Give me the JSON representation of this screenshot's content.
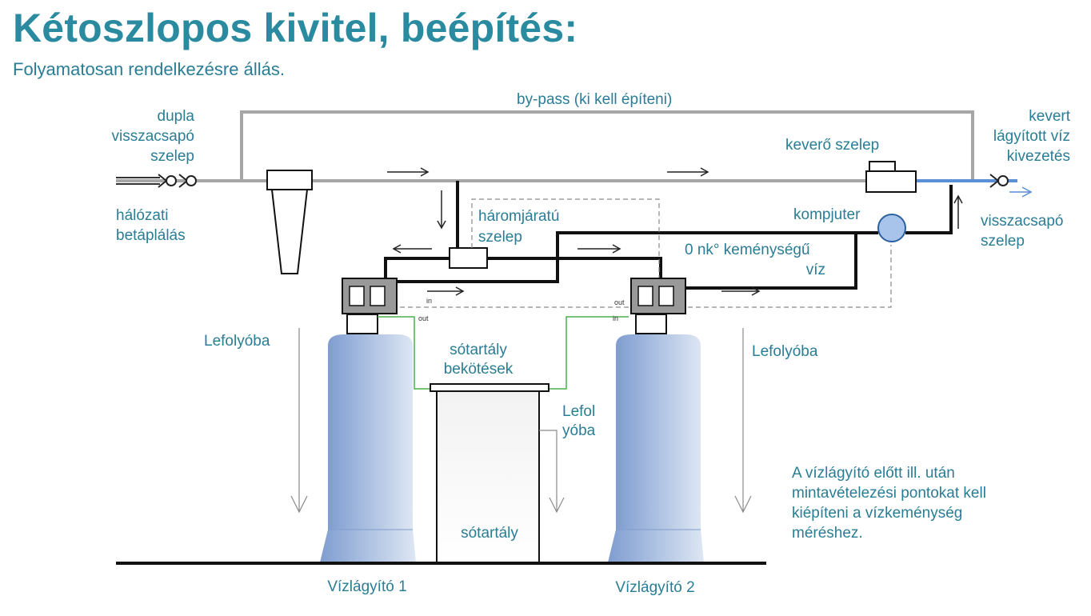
{
  "header": {
    "title": "Kétoszlopos kivitel, beépítés:",
    "subtitle": "Folyamatosan rendelkezésre állás."
  },
  "labels": {
    "bypass": "by-pass (ki kell építeni)",
    "dupla": "dupla",
    "visszacsapo": "visszacsapó",
    "szelep": "szelep",
    "halozati": "hálózati",
    "betaplalas": "betáplálás",
    "kevero_szelep": "keverő szelep",
    "kevert": "kevert",
    "lagyitott_viz": "lágyított víz",
    "kivezetes": "kivezetés",
    "kompjuter": "kompjuter",
    "visszacsapo_right": "visszacsapó",
    "szelep_right": "szelep",
    "haromjaratu": "háromjáratú",
    "haromjaratu_szelep": "szelep",
    "nk_line1": "0 nk° keménységű",
    "nk_line2": "víz",
    "lefolyoba_left": "Lefolyóba",
    "lefolyoba_right": "Lefolyóba",
    "sotartaly_bekot_1": "sótartály",
    "sotartaly_bekot_2": "bekötések",
    "lefol_1": "Lefol",
    "lefol_2": "yóba",
    "sotartaly": "sótartály",
    "vizlagyito_1": "Vízlágyító 1",
    "vizlagyito_2": "Vízlágyító 2",
    "in_left": "in",
    "out_left": "out",
    "out_right": "out",
    "in_right": "in"
  },
  "note": {
    "line1": "A vízlágyító előtt ill. után",
    "line2": "mintavételezési pontokat kell",
    "line3": "kiépíteni a vízkeménység",
    "line4": "méréshez."
  },
  "colors": {
    "pipe_gray": "#a6a6a6",
    "pipe_black": "#111111",
    "soft_water": "#5b8fd6",
    "brine_green": "#4caf50",
    "text": "#2a7d95"
  }
}
